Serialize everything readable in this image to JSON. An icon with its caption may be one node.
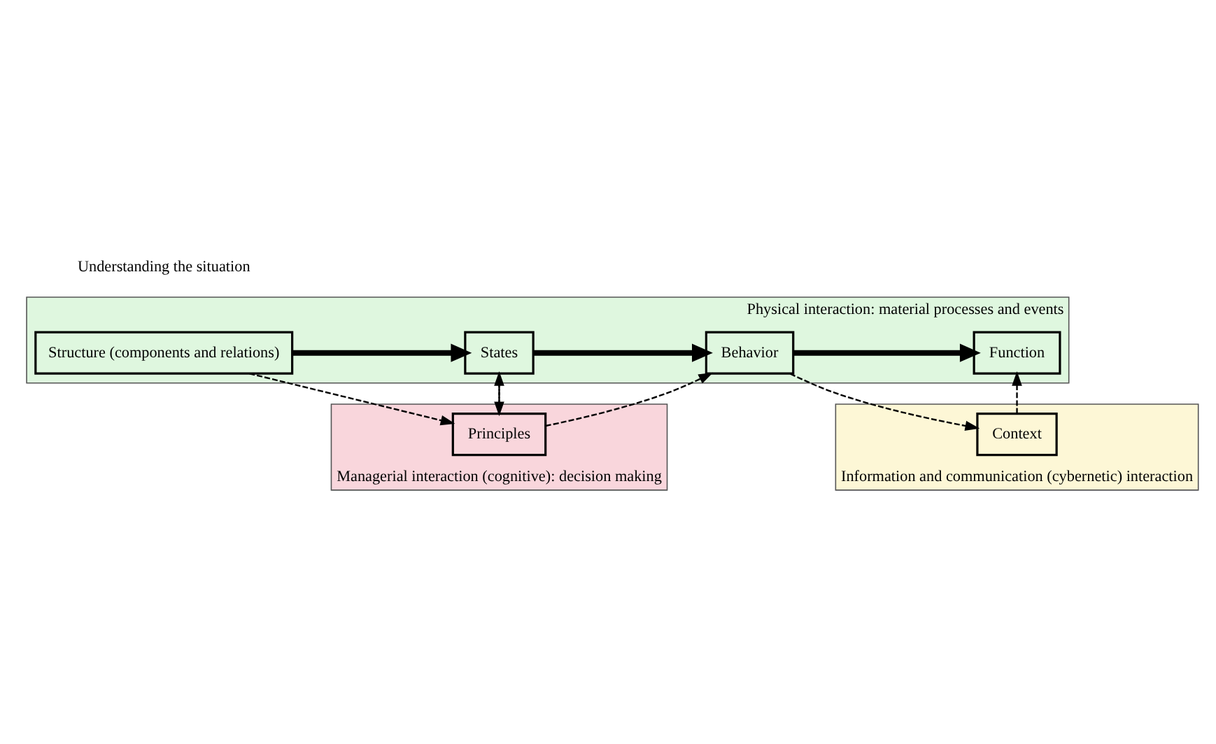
{
  "diagram": {
    "nodes": [
      {
        "text": [
          "Physical interaction: material processes and events"
        ]
      },
      {
        "text": [
          "Structure (components and relations)"
        ],
        "in": 0
      },
      {
        "text": [
          "States"
        ],
        "in": 0
      },
      {
        "text": [
          "Behavior"
        ],
        "in": 0
      },
      {
        "text": [
          "Function"
        ],
        "in": 0
      },
      {
        "text": [
          "Information and communication (cybernetic) interaction"
        ]
      },
      {
        "text": [
          "Context"
        ],
        "in": 5
      },
      {
        "text": [
          "Managerial interaction (cognitive): decision making"
        ]
      },
      {
        "text": [
          "Principles"
        ],
        "in": 7
      }
    ],
    "edges": [
      {
        "from": 1,
        "to": 2,
        "arrow": "to",
        "style": "thick"
      },
      {
        "from": 2,
        "to": 3,
        "arrow": "to",
        "style": "thick"
      },
      {
        "from": 3,
        "to": 4,
        "arrow": "to",
        "style": "thick"
      },
      {
        "from": 1,
        "to": 8,
        "arrow": "to",
        "style": "dashed"
      },
      {
        "from": 8,
        "to": 2,
        "arrow": "to",
        "style": "dashed"
      },
      {
        "from": 2,
        "to": 8,
        "arrow": "to",
        "style": "dashed"
      },
      {
        "from": 8,
        "to": 3,
        "arrow": "to",
        "style": "dashed"
      },
      {
        "from": 3,
        "to": 6,
        "arrow": "to",
        "style": "dashed"
      },
      {
        "from": 6,
        "to": 4,
        "arrow": "to",
        "style": "dashed"
      }
    ],
    "labels": [
      "Understanding the situation"
    ]
  }
}
